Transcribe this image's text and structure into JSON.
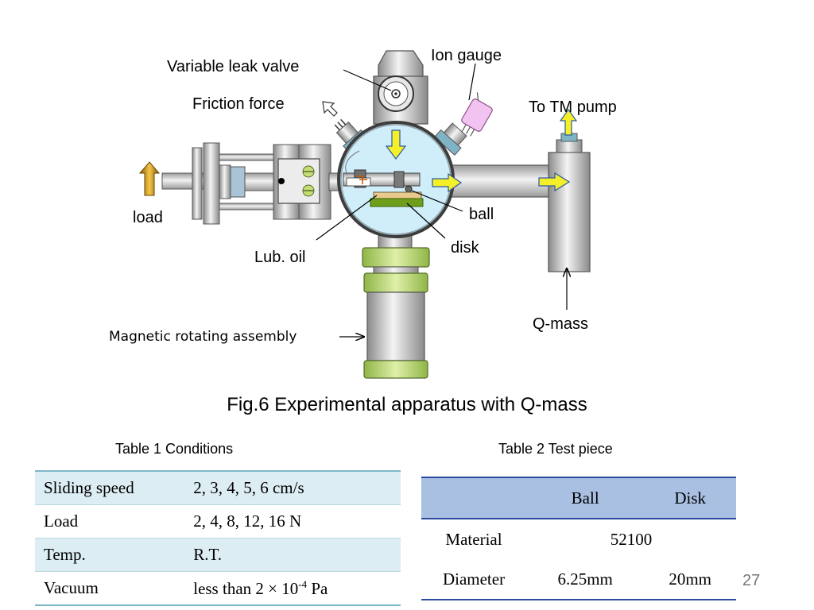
{
  "labels": {
    "variable_leak_valve": "Variable leak valve",
    "ion_gauge": "Ion gauge",
    "friction_force": "Friction force",
    "to_tm_pump": "To TM pump",
    "load": "load",
    "ball": "ball",
    "disk": "disk",
    "lub_oil": "Lub. oil",
    "q_mass": "Q-mass",
    "magnetic_rotating_assembly": "Magnetic rotating assembly"
  },
  "figure_caption": "Fig.6  Experimental apparatus with Q-mass",
  "table1": {
    "caption": "Table 1 Conditions",
    "rows": [
      {
        "label": "Sliding speed",
        "value": "2, 3, 4, 5, 6 cm/s"
      },
      {
        "label": "Load",
        "value": "2, 4, 8, 12, 16 N"
      },
      {
        "label": "Temp.",
        "value": "R.T."
      },
      {
        "label": "Vacuum",
        "value_prefix": "less than 2 × 10",
        "value_exp": "-4",
        "value_suffix": " Pa"
      }
    ]
  },
  "table2": {
    "caption": "Table 2  Test piece",
    "headers": [
      "",
      "Ball",
      "Disk"
    ],
    "material_label": "Material",
    "material_value": "52100",
    "diameter_label": "Diameter",
    "diameter_ball": "6.25mm",
    "diameter_disk": "20mm"
  },
  "page_number": "27",
  "colors": {
    "chamber_fill": "#cfeefa",
    "steel": "#c9c9c9",
    "flange_green": "#b5d36b",
    "arrow_yellow": "#f5ef2a",
    "arrow_border": "#2c5aa0",
    "ion_gauge_pink": "#f2c2f0",
    "load_arrow": "#d4a017"
  }
}
